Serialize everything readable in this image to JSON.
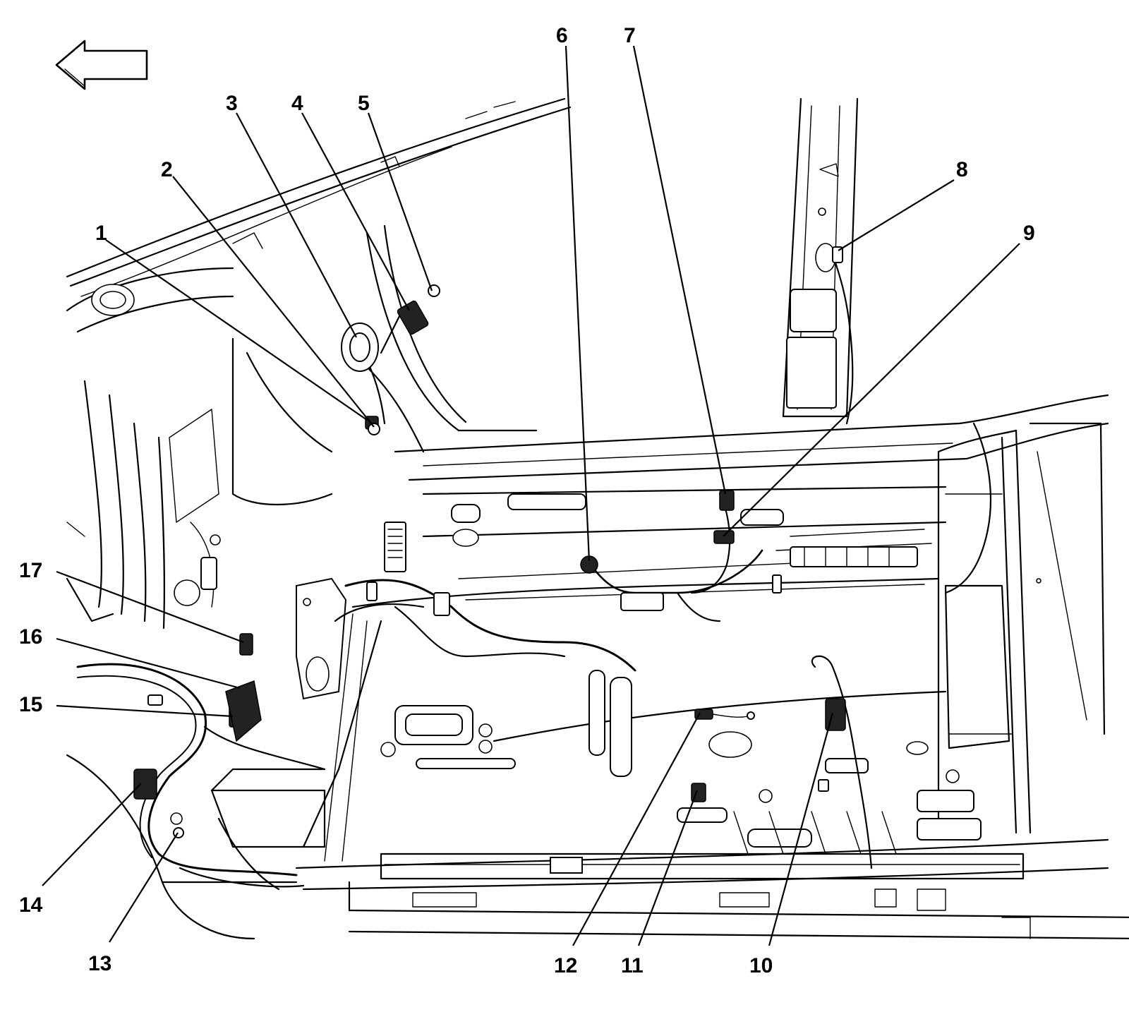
{
  "colors": {
    "line": "#000000",
    "background": "#ffffff"
  },
  "direction_arrow": {
    "icon": "arrow-left-icon"
  },
  "callouts": [
    {
      "label": "1"
    },
    {
      "label": "2"
    },
    {
      "label": "3"
    },
    {
      "label": "4"
    },
    {
      "label": "5"
    },
    {
      "label": "6"
    },
    {
      "label": "7"
    },
    {
      "label": "8"
    },
    {
      "label": "9"
    },
    {
      "label": "10"
    },
    {
      "label": "11"
    },
    {
      "label": "12"
    },
    {
      "label": "13"
    },
    {
      "label": "14"
    },
    {
      "label": "15"
    },
    {
      "label": "16"
    },
    {
      "label": "17"
    }
  ]
}
